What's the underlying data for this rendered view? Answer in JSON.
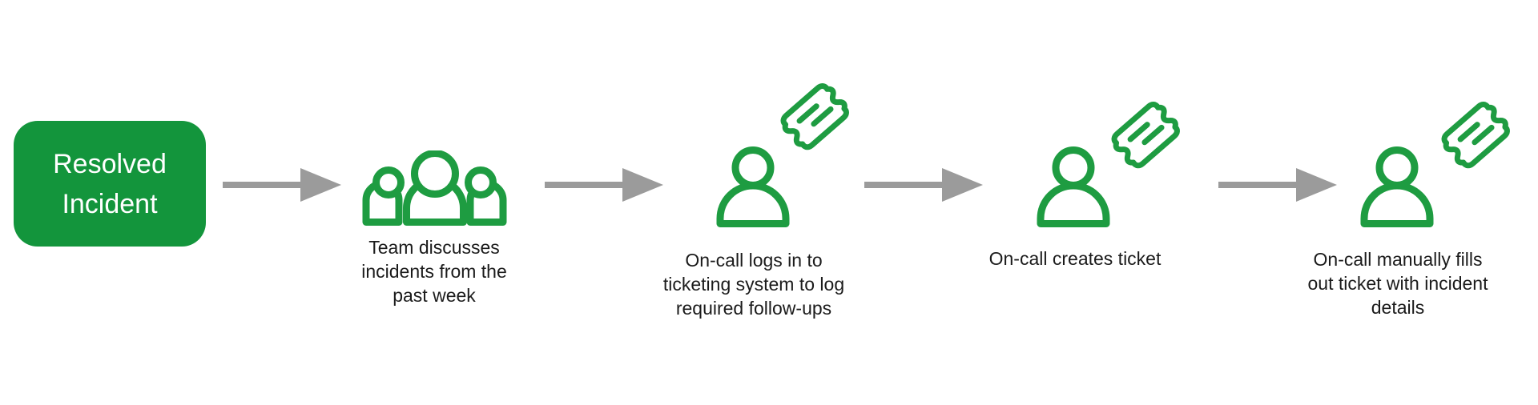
{
  "colors": {
    "background": "#FFFFFF",
    "box-green": "#13953C",
    "icon-green": "#1E9C41",
    "arrow-gray": "#9B9B9B",
    "caption-text": "#1B1B1B",
    "box-text": "#FFFFFF"
  },
  "flow": {
    "start_label": "Resolved\nIncident",
    "connector": "right-arrow",
    "steps": [
      {
        "icon": "team-icon",
        "caption": "Team discusses\nincidents from the\npast week"
      },
      {
        "icon": "person-with-ticket-icon",
        "caption": "On-call logs in to\nticketing system to log\nrequired follow-ups"
      },
      {
        "icon": "person-with-ticket-icon",
        "caption": "On-call creates ticket"
      },
      {
        "icon": "person-with-ticket-icon",
        "caption": "On-call manually fills\nout ticket with incident\ndetails"
      }
    ]
  }
}
